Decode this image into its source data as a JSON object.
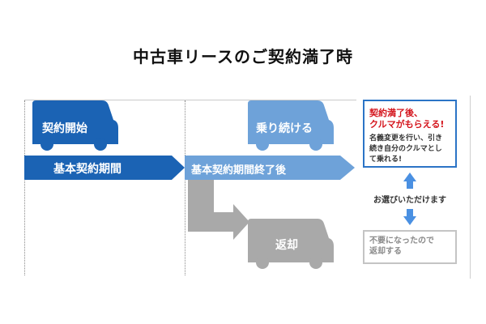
{
  "title": "中古車リースのご契約満了時",
  "labels": {
    "contract_start": "契約開始",
    "continue_riding": "乗り続ける",
    "return": "返却",
    "basic_period": "基本契約期間",
    "period_end": "基本契約期間終了後"
  },
  "box_continue": {
    "lead_line1": "契約満了後、",
    "lead_line2": "クルマがもらえる!",
    "body_line1": "名義変更を行い、引き",
    "body_line2": "続き自分のクルマとし",
    "body_line3": "て乗れる!"
  },
  "choose_text": "お選びいただけます",
  "box_return": {
    "line1": "不要になったので",
    "line2": "返却する"
  },
  "colors": {
    "dark_blue": "#1b63b4",
    "light_blue": "#6ea2d9",
    "gray": "#a9a9a9",
    "red": "#d4131b",
    "accent_blue": "#2b74c6"
  }
}
